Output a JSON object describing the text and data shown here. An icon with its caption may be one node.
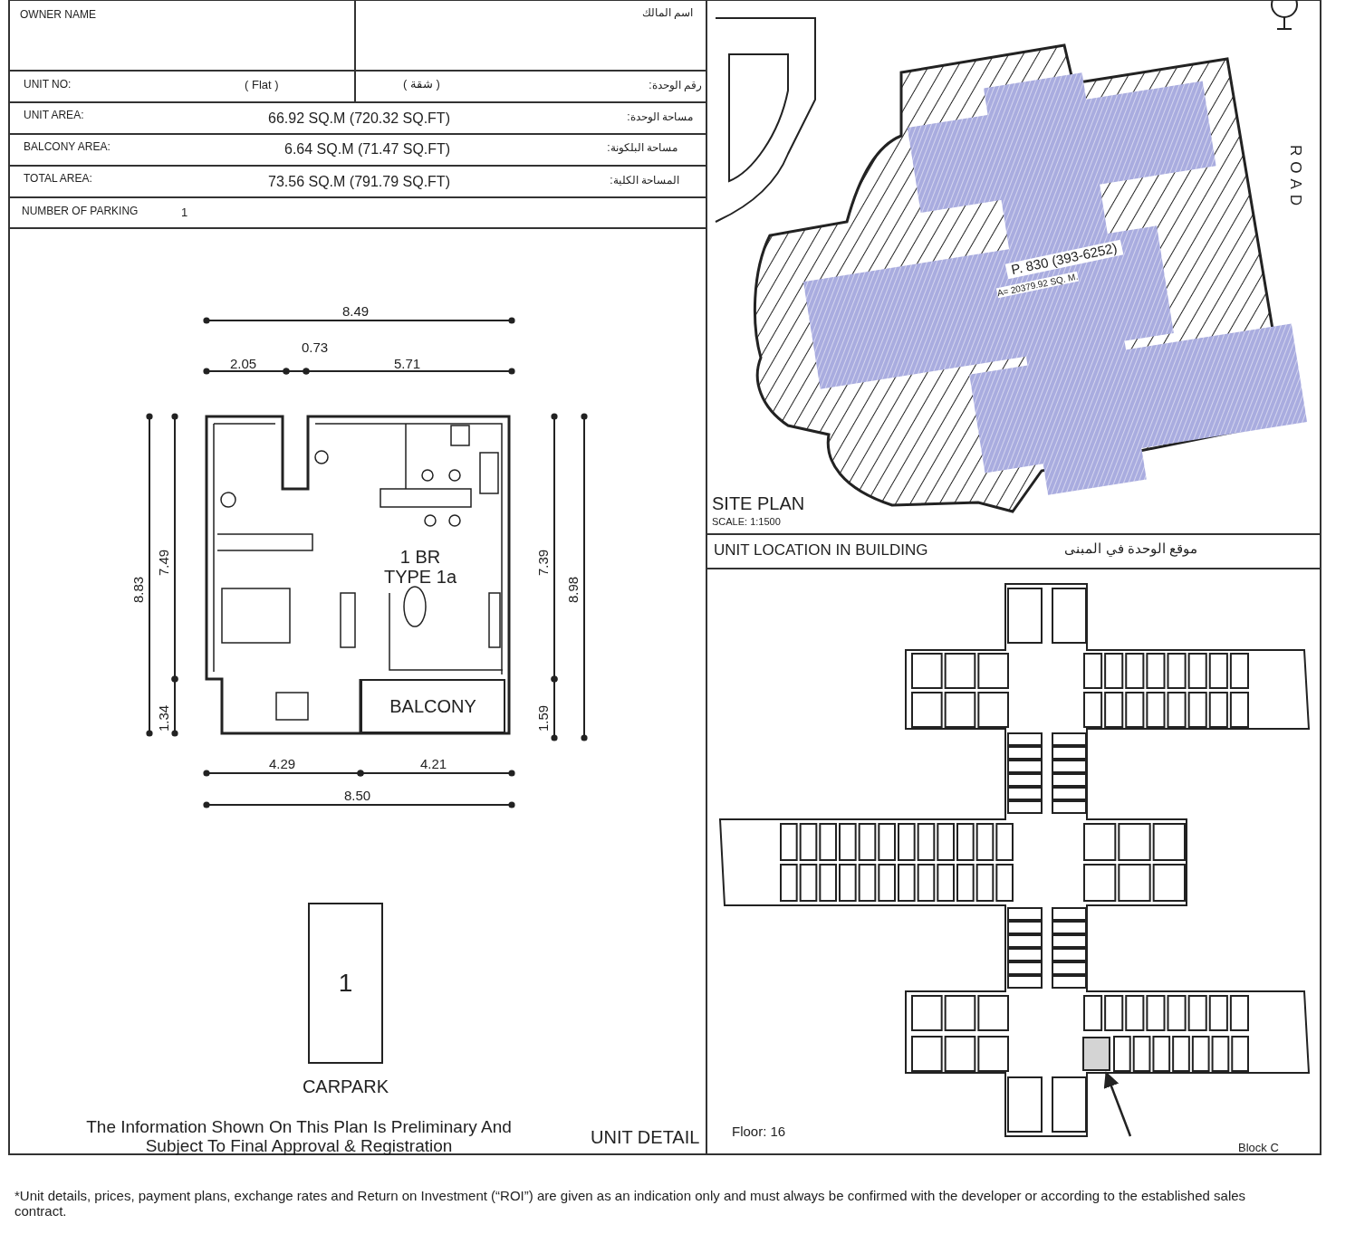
{
  "diagram": {
    "caption": "*Unit details, prices, payment plans, exchange rates and Return on Investment (“ROI”) are given as an indication only and must always be confirmed with the developer or according to the established sales contract.",
    "nodes": [
      {
        "text": [
          "BALCONY"
        ]
      },
      {
        "text": [
          "1"
        ],
        "beside": [
          "CARPARK"
        ]
      },
      {
        "text": [],
        "shape": "box"
      }
    ],
    "edges": [
      {
        "from": null,
        "to": 2,
        "arrow": "to"
      }
    ],
    "labels": [
      "OWNER NAME",
      "اسم المالك",
      "UNIT NO:",
      "( Flat )",
      "( شقة )",
      "رقم الوحدة:",
      "UNIT AREA:",
      "66.92 SQ.M (720.32 SQ.FT)",
      "مساحة الوحدة:",
      "BALCONY AREA:",
      "6.64 SQ.M (71.47 SQ.FT)",
      "مساحة البلكونة:",
      "TOTAL AREA:",
      "73.56 SQ.M (791.79 SQ.FT)",
      "المساحة الكلية:",
      "NUMBER OF PARKING",
      "1",
      "8.49",
      "0.73",
      "2.05",
      "5.71",
      "8.83",
      "7.49",
      "1.34",
      "7.39",
      "8.98",
      "1.59",
      "4.29",
      "4.21",
      "8.50",
      "1 BR TYPE 1a",
      "ROAD",
      "P. 830 (393-6252)",
      "A= 20379.92 SQ. M.",
      "SITE PLAN",
      "SCALE: 1:1500",
      "UNIT LOCATION IN BUILDING",
      "موقع الوحدة في المبنى",
      "Floor: 16",
      "Block C",
      "The Information Shown On This Plan Is Preliminary And Subject To Final Approval & Registration",
      "UNIT DETAIL"
    ]
  }
}
